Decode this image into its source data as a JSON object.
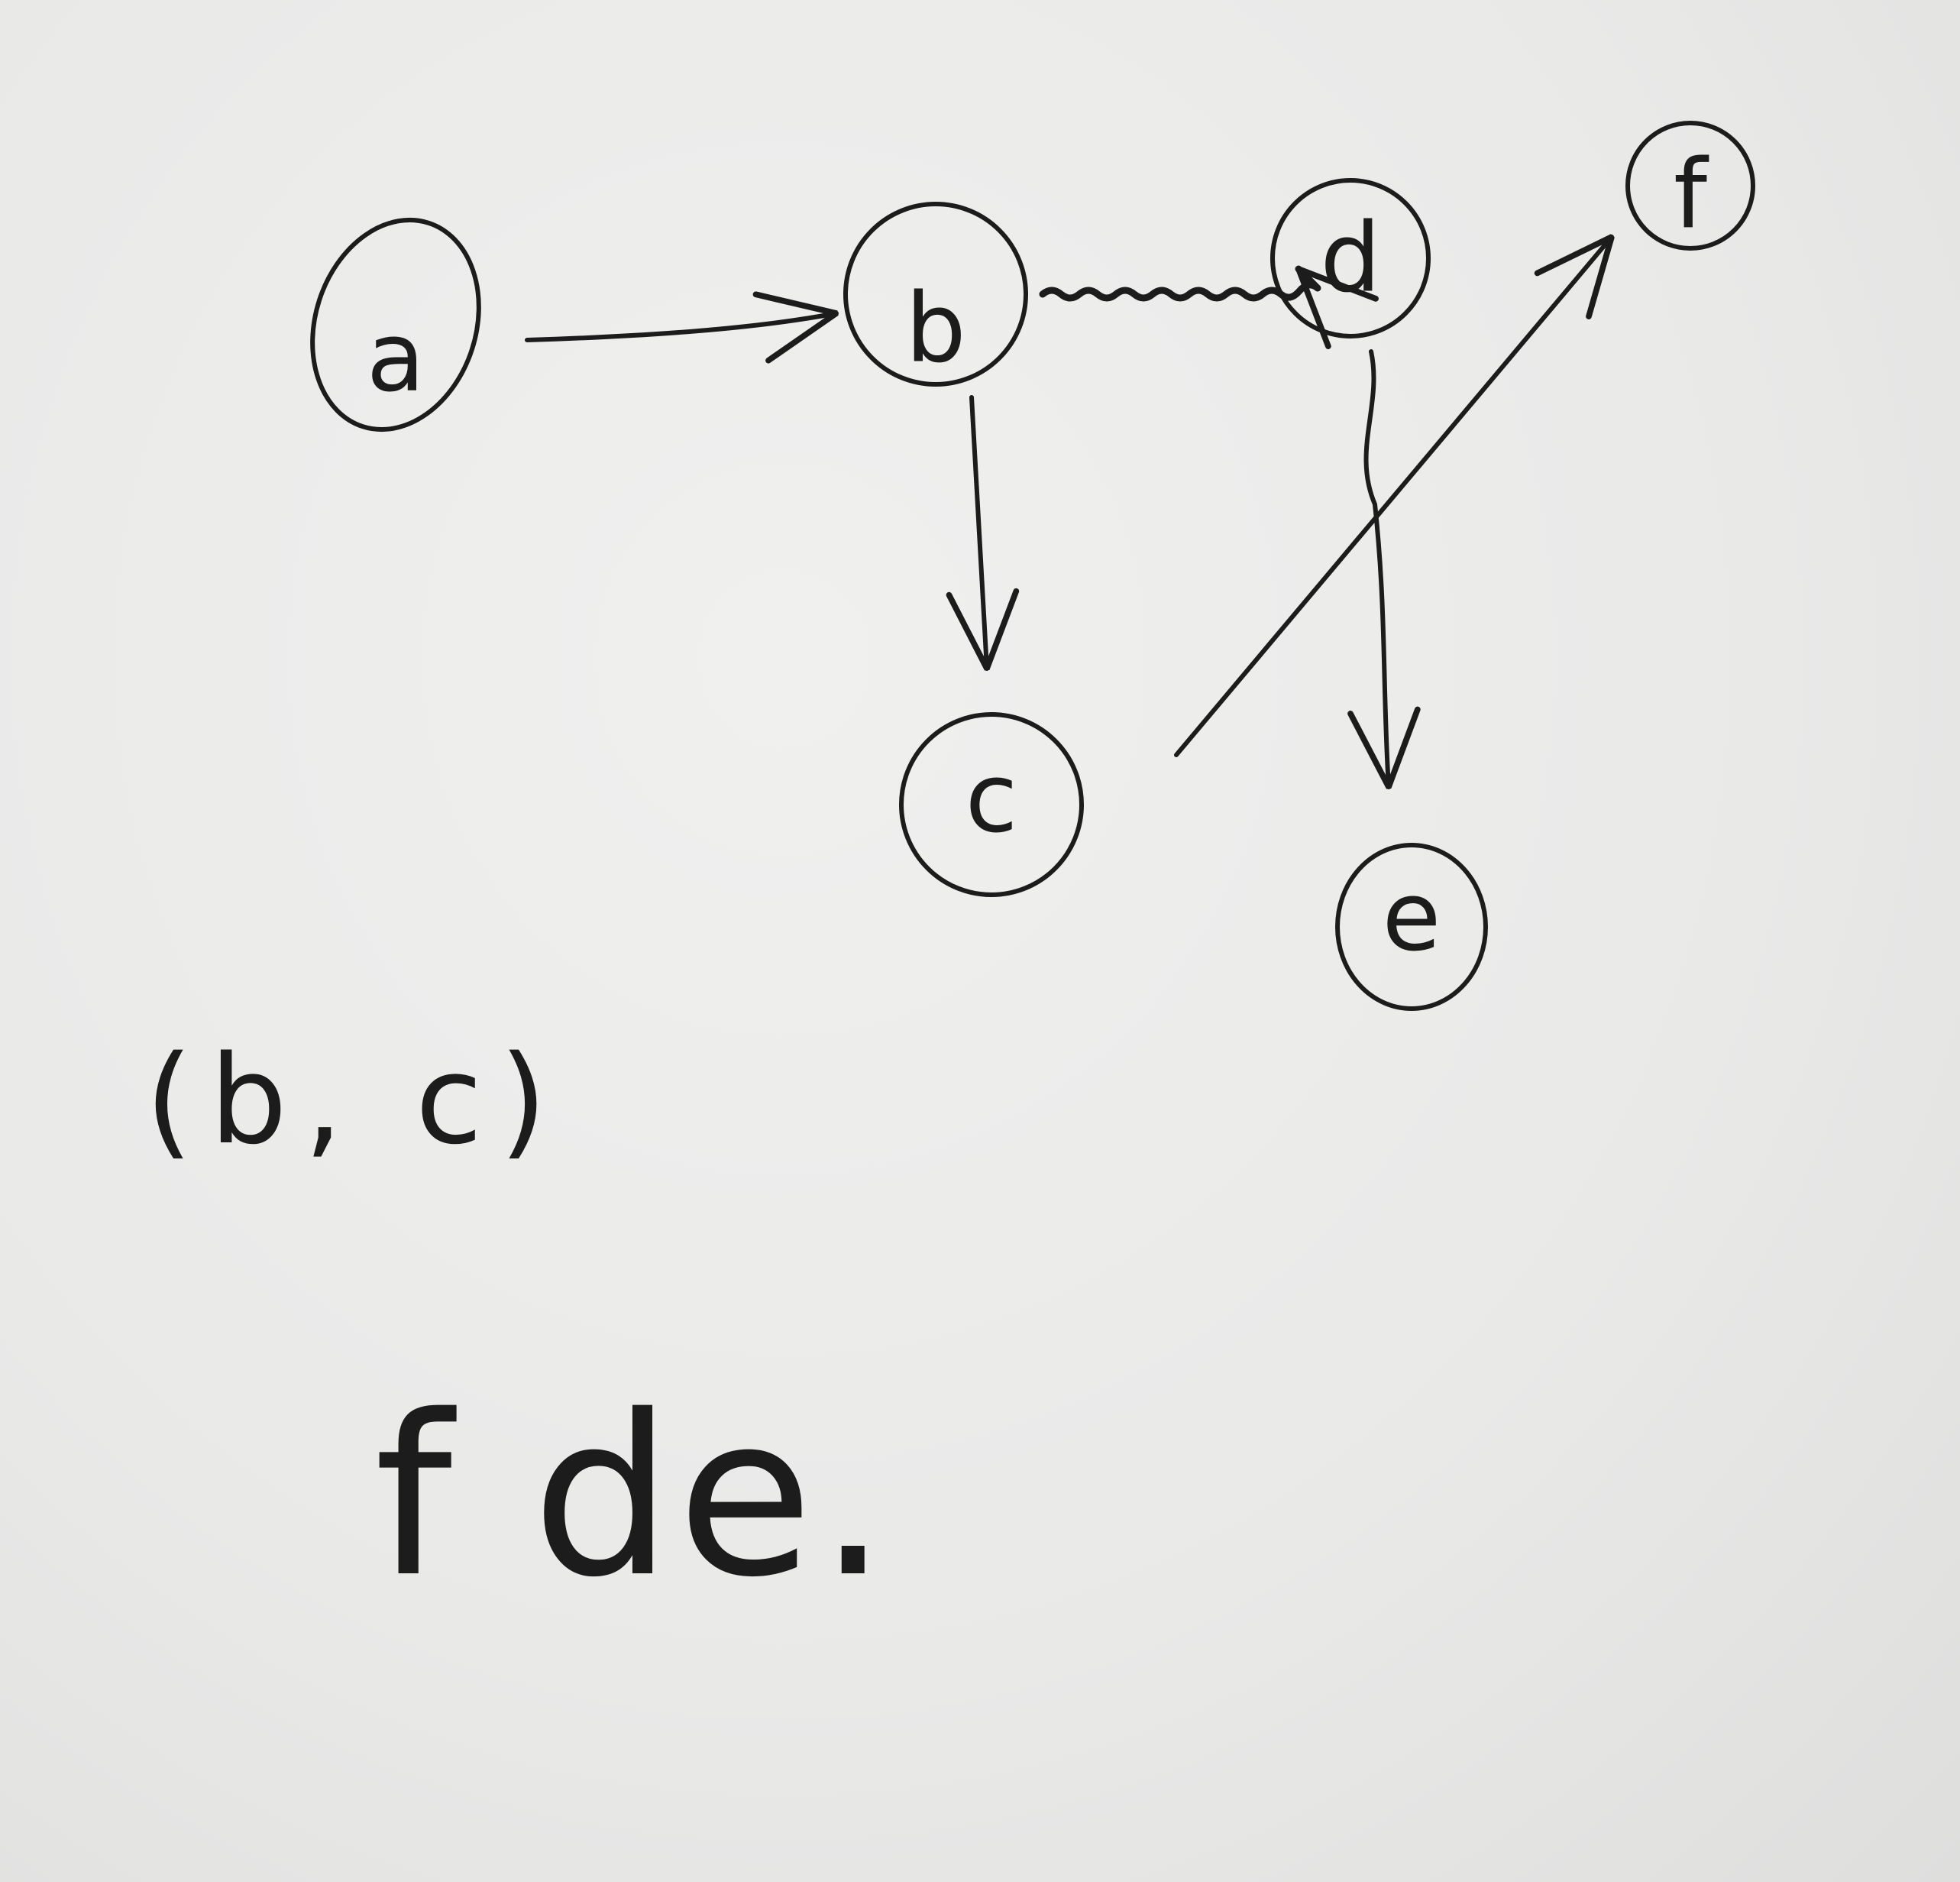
{
  "diagram": {
    "nodes": [
      {
        "id": "a",
        "label": "a"
      },
      {
        "id": "b",
        "label": "b"
      },
      {
        "id": "c",
        "label": "c"
      },
      {
        "id": "d",
        "label": "d"
      },
      {
        "id": "e",
        "label": "e"
      },
      {
        "id": "f",
        "label": "f"
      }
    ],
    "edges": [
      {
        "from": "a",
        "to": "b",
        "style": "solid"
      },
      {
        "from": "b",
        "to": "d",
        "style": "wavy"
      },
      {
        "from": "b",
        "to": "c",
        "style": "solid"
      },
      {
        "from": "d",
        "to": "e",
        "style": "solid"
      },
      {
        "from": "c",
        "to": "f",
        "style": "solid"
      }
    ]
  },
  "notes": {
    "pair": "(b, c)",
    "answer": "f de."
  },
  "colors": {
    "ink": "#1c1c1c",
    "paper": "#ebebeb"
  }
}
